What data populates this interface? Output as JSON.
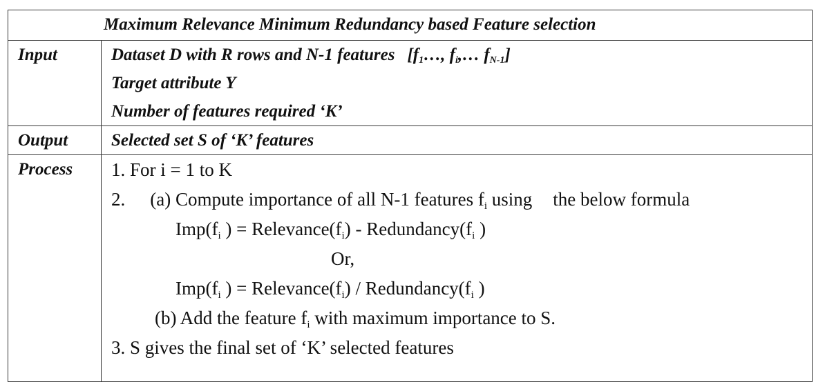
{
  "title": "Maximum Relevance Minimum Redundancy based Feature selection",
  "input": {
    "label": "Input",
    "line1_prefix": "Dataset D with R rows and N-1 features",
    "line1_set_open": "[f",
    "line1_sub1": "1",
    "line1_mid1": "…, f",
    "line1_subi": "i",
    "line1_mid2": ",… f",
    "line1_subN": "N-1",
    "line1_close": "]",
    "line2": "Target attribute Y",
    "line3": "Number of features required ‘K’"
  },
  "output": {
    "label": "Output",
    "text": "Selected set S of  ‘K’ features"
  },
  "process": {
    "label": "Process",
    "step1": "1. For i = 1 to K",
    "step2_num": "2.",
    "step2a_text": "(a) Compute importance of all N-1 features f",
    "step2a_sub": "i",
    "step2a_tail": " using",
    "step2a_end": "the below formula",
    "formula1": {
      "imp": "Imp(f",
      "sub1": "i",
      "mid": " ) = Relevance(f",
      "sub2": "i",
      "op": ") - Redundancy(f",
      "sub3": "i",
      "end": " )"
    },
    "or": "Or,",
    "formula2": {
      "imp": "Imp(f",
      "sub1": "i",
      "mid": " ) = Relevance(f",
      "sub2": "i",
      "op": ") / Redundancy(f",
      "sub3": "i",
      "end": " )"
    },
    "step2b_text": "(b) Add the feature f",
    "step2b_sub": "i",
    "step2b_tail": " with maximum importance to S.",
    "step3": "3. S gives the final set of ‘K’ selected features"
  }
}
